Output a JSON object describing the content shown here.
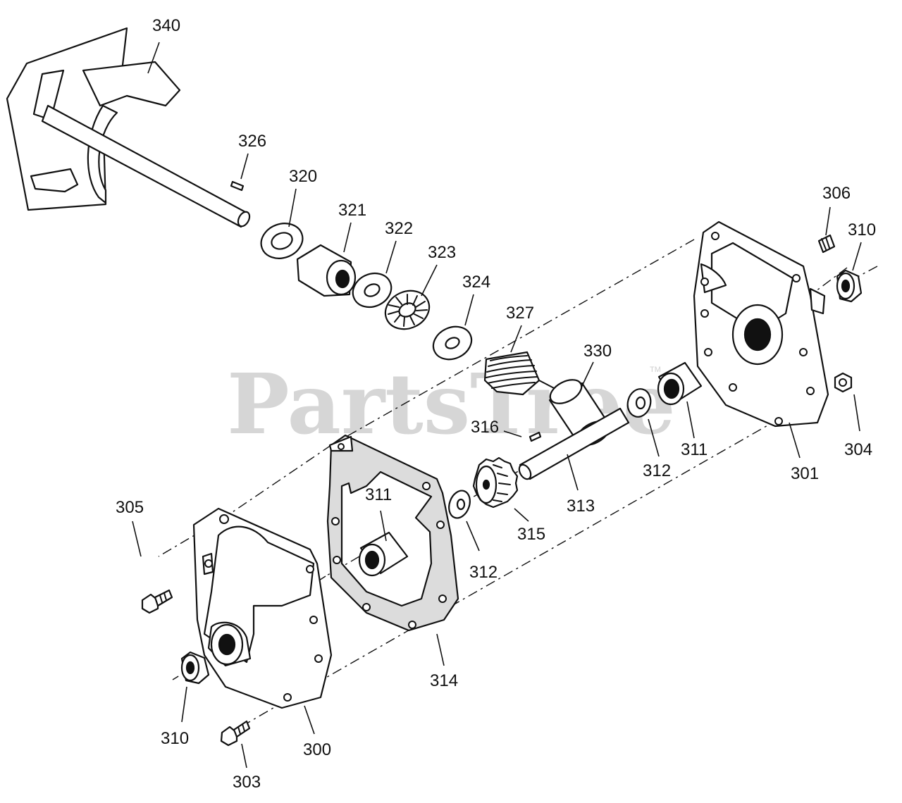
{
  "diagram": {
    "watermark": "PartsTree",
    "trademark": "TM",
    "colors": {
      "ink": "#111111",
      "part_fill": "#ffffff",
      "shaded": "#dcdcdc",
      "watermark": "#cfcfcf"
    },
    "labels": {
      "p340": "340",
      "p326": "326",
      "p320": "320",
      "p321": "321",
      "p322": "322",
      "p323": "323",
      "p324": "324",
      "p327": "327",
      "p330": "330",
      "p316": "316",
      "p306": "306",
      "p310_right": "310",
      "p311_right": "311",
      "p312_right": "312",
      "p313": "313",
      "p301": "301",
      "p304": "304",
      "p305": "305",
      "p311_left": "311",
      "p312_left": "312",
      "p315": "315",
      "p314": "314",
      "p310_left": "310",
      "p300": "300",
      "p303": "303"
    }
  }
}
